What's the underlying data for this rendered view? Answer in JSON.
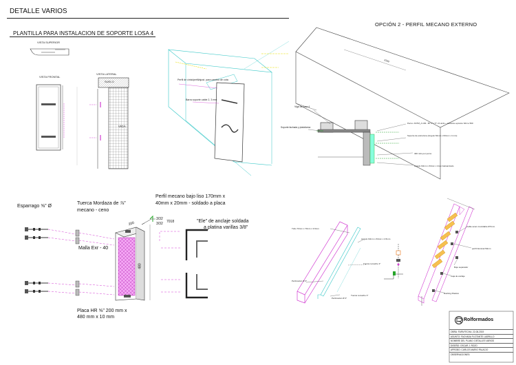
{
  "sheet": {
    "title": "DETALLE VARIOS",
    "template_title": "PLANTILLA PARA INSTALACION DE SOPORTE LOSA 4",
    "option_title": "OPCIÓN 2 - PERFIL MECANO EXTERNO"
  },
  "views": {
    "superior": "VISTA SUPERIOR",
    "frontal": "VISTA FRONTAL",
    "lateral": "VISTA LATERAL",
    "suelo": "SUELO",
    "viga": "VIGA"
  },
  "iso_left": {
    "label_a": "Perfil de cinta/perfil/ajust. para cambio de cota",
    "label_b": "Barra soporte cable 2, 3 mm"
  },
  "option2": {
    "dimension": "2100",
    "viga_label": "Viga de losa 4",
    "soporte_label": "Soporte fachada y plataforma",
    "perno_label": "Perno: ASTM_A 193 - B7 2\" x 5\" x3 unds + adhesivo epóxico hilti re 500",
    "soporte_estructura": "Soporte de estructura (Angulo 63mm x 63mm x 4 mm)",
    "notas_perno": "400 mtrs por perno",
    "angulo_label": "Angulo 63mm x 63mm x 4mm Galvanizado"
  },
  "bottom_left": {
    "esparrago": "Esparrago ⅝\" Ø",
    "tuerca": "Tuerca Mordaza de ⅞\"",
    "tuerca2": "mecano - ceno",
    "perfil_line1": "Perfil mecano bajo liso 170mm x",
    "perfil_line2": "40mm x 20mm - soldado a placa",
    "weld_a": "3/32",
    "weld_b": "3/32",
    "weld_num": "7018",
    "dim_200": "200",
    "dim_480": "480",
    "malla": "Malla Exr - 40",
    "placa_line1": "Placa HR ⅝\" 200 mm x",
    "placa_line2": "480 mm x 10 mm",
    "ele_line1": "\"Ele\" de anclaje soldada",
    "ele_line2": "a platina varillas  3/8\""
  },
  "bottom_iso": {
    "tubo": "Tubo 70mm x 70mm x 3.6mm",
    "angulo": "Angulo 63mm x 63mm x 4.5mm",
    "tuerca_remache_a": "Tuerca remache 3\"",
    "perforacion_a": "Perforacion Ø 3\"",
    "perforacion_b": "Perforacion Ø 3\"",
    "tuerca_remache_b": "Tuerca remache 3\""
  },
  "bottom_right": {
    "cable_label": "Cable acero inoxidable Ø 5mm",
    "perfil_nominal": "perfil Nominal 50mm",
    "buje_separador": "Buje separador",
    "caja_anclaje": "Caja de anclaje",
    "bushing": "Bushing Plastico"
  },
  "titleblock": {
    "logo_text": "Rolformados",
    "rows": [
      "OBRA:  FAPA                                  FECHA: 22-08-2019",
      "ASUNTO:  FACHADA FLOTANTE LADRILLO",
      "NOMBRE DEL PLANO: DETALLES VARIOS",
      "DISEÑO: OSCAR J. ROZO",
      "APROBO: CARLOS MARIO PALACIO",
      "OBSERVACIONES:"
    ]
  },
  "colors": {
    "magenta": "#d23cd2",
    "cyan": "#33c6c6",
    "green": "#27a62a",
    "yellow": "#e8e000",
    "orange": "#f0a020",
    "pink_fill": "#f09cf0"
  }
}
